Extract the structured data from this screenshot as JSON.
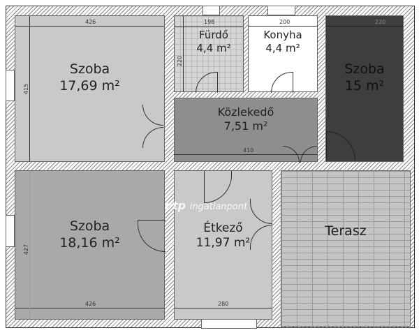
{
  "rooms": [
    {
      "name": "Szoba",
      "area": "17,69 m²",
      "width_dim": "426",
      "height_dim": "415",
      "color": "#c9c9c9"
    },
    {
      "name": "Fürdő",
      "area": "4,4 m²",
      "width_dim": "198",
      "height_dim": "220",
      "color": "#d6d6d6"
    },
    {
      "name": "Konyha",
      "area": "4,4 m²",
      "width_dim": "200",
      "color": "#ffffff"
    },
    {
      "name": "Szoba",
      "area": "15 m²",
      "width_dim": "220",
      "color": "#3e3e3e"
    },
    {
      "name": "Közlekedő",
      "area": "7,51 m²",
      "width_dim": "410",
      "color": "#8e8e8e"
    },
    {
      "name": "Szoba",
      "area": "18,16 m²",
      "width_dim": "426",
      "height_dim": "427",
      "color": "#a9a9a9"
    },
    {
      "name": "Étkező",
      "area": "11,97 m²",
      "width_dim": "280",
      "color": "#c9c9c9"
    },
    {
      "name": "Terasz",
      "color": "#c4c4c4"
    }
  ],
  "watermark": {
    "brand": "otp",
    "text": "ingatlanpont"
  }
}
